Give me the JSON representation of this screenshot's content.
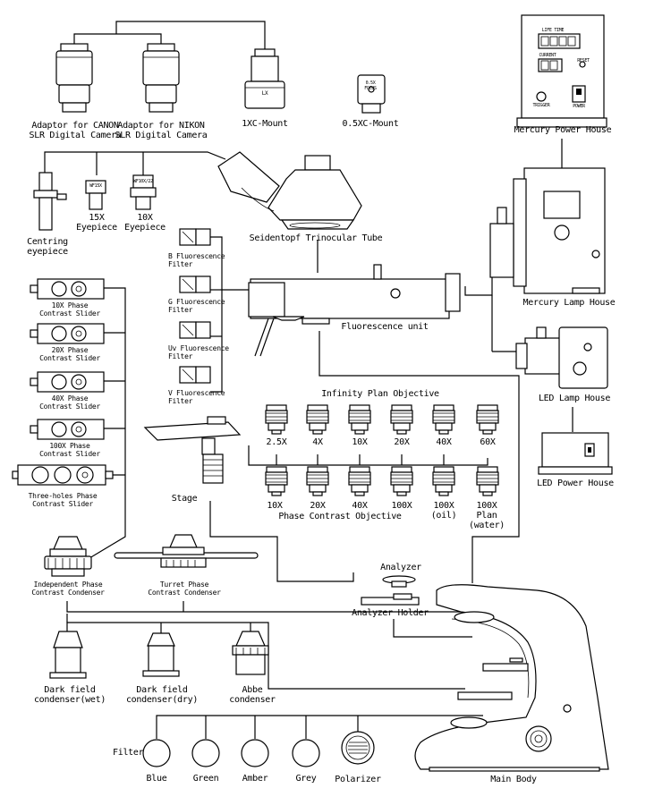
{
  "labels": {
    "canon": "Adaptor for CANON\nSLR Digital Camera",
    "nikon": "Adaptor for NIKON\nSLR Digital Camera",
    "c1": "1XC-Mount",
    "c05": "0.5XC-Mount",
    "mercury_power": "Mercury Power House",
    "mercury_lamp": "Mercury Lamp House",
    "trinocular": "Seidentopf Trinocular Tube",
    "centring": "Centring\neyepiece",
    "ep15": "15X\nEyepiece",
    "ep10": "10X\nEyepiece",
    "filter_b": "B Fluorescence\nFilter",
    "filter_g": "G Fluorescence\nFilter",
    "filter_uv": "Uv Fluorescence\nFilter",
    "filter_v": "V Fluorescence\nFilter",
    "fluor_unit": "Fluorescence unit",
    "led_lamp": "LED Lamp House",
    "led_power": "LED Power House",
    "ph10": "10X Phase\nContrast Slider",
    "ph20": "20X Phase\nContrast Slider",
    "ph40": "40X Phase\nContrast Slider",
    "ph100": "100X Phase\nContrast Slider",
    "ph3": "Three-holes Phase\nContrast Slider",
    "stage": "Stage",
    "ipc": "Independent Phase\nContrast Condenser",
    "tpc": "Turret Phase\nContrast Condenser",
    "inf_title": "Infinity Plan Objective",
    "inf": [
      "2.5X",
      "4X",
      "10X",
      "20X",
      "40X",
      "60X"
    ],
    "ph_obj_title": "Phase Contrast Objective",
    "ph_obj": [
      "10X",
      "20X",
      "40X",
      "100X",
      "100X\n(oil)",
      "100X\nPlan\n(water)"
    ],
    "analyzer": "Analyzer",
    "analyzer_holder": "Analyzer Holder",
    "darkwet": "Dark field\ncondenser(wet)",
    "darkdry": "Dark field\ncondenser(dry)",
    "abbe": "Abbe\ncondenser",
    "filter": "Filter",
    "blue": "Blue",
    "green": "Green",
    "amber": "Amber",
    "grey": "Grey",
    "polarizer": "Polarizer",
    "main_body": "Main Body"
  },
  "device_text": {
    "lx": "LX",
    "c05_knob": "0.5X\nFOCUS",
    "mph_top": "LIFE TIME",
    "mph_cur": "CURRENT",
    "mph_reset": "RESET",
    "mph_trigger": "TRIGGER",
    "mph_power": "POWER",
    "ep15_tag": "WF15X",
    "ep10_tag": "WF10X/22"
  }
}
